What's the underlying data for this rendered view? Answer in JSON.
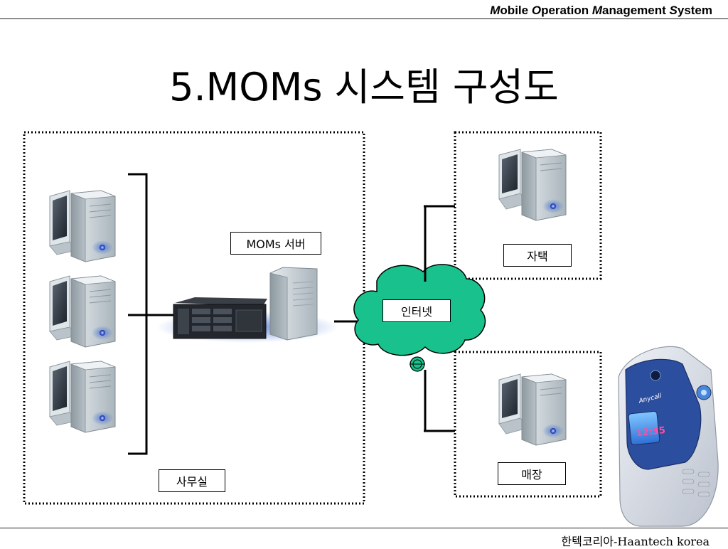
{
  "header": {
    "title_parts": [
      {
        "initial": "M",
        "rest": "obile"
      },
      {
        "initial": "O",
        "rest": "peration"
      },
      {
        "initial": "M",
        "rest": "anagement"
      },
      {
        "initial": "S",
        "rest": "ystem"
      }
    ]
  },
  "slide": {
    "title": "5.MOMs 시스템 구성도"
  },
  "diagram": {
    "server_label": "MOMs 서버",
    "office_label": "사무실",
    "internet_label": "인터넷",
    "home_label": "자택",
    "store_label": "매장"
  },
  "phone": {
    "brand": "Anycall",
    "clock": "12:35"
  },
  "footer": {
    "text": "한텍코리아-Haantech korea"
  },
  "colors": {
    "cloud_fill": "#19c28c",
    "tower_body": "#c9d2d8",
    "monitor_frame": "#cfd8dc"
  }
}
